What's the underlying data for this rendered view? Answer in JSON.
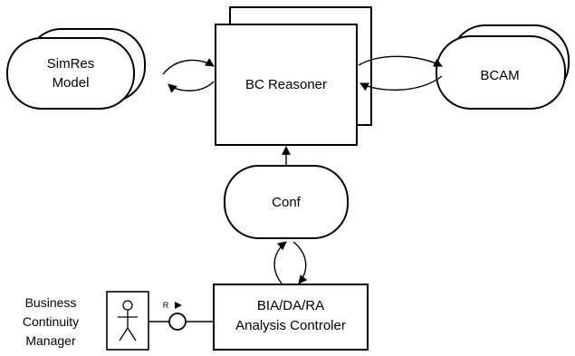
{
  "nodes": {
    "simres": {
      "line1": "SimRes",
      "line2": "Model"
    },
    "bc_reasoner": {
      "label": "BC Reasoner"
    },
    "bcam": {
      "label": "BCAM"
    },
    "conf": {
      "label": "Conf"
    },
    "analysis": {
      "line1": "BIA/DA/RA",
      "line2": "Analysis Controler"
    },
    "actor": {
      "line1": "Business",
      "line2": "Continuity",
      "line3": "Manager"
    }
  },
  "port": {
    "label": "R"
  },
  "colors": {
    "stroke": "#000000",
    "fill": "#ffffff"
  }
}
